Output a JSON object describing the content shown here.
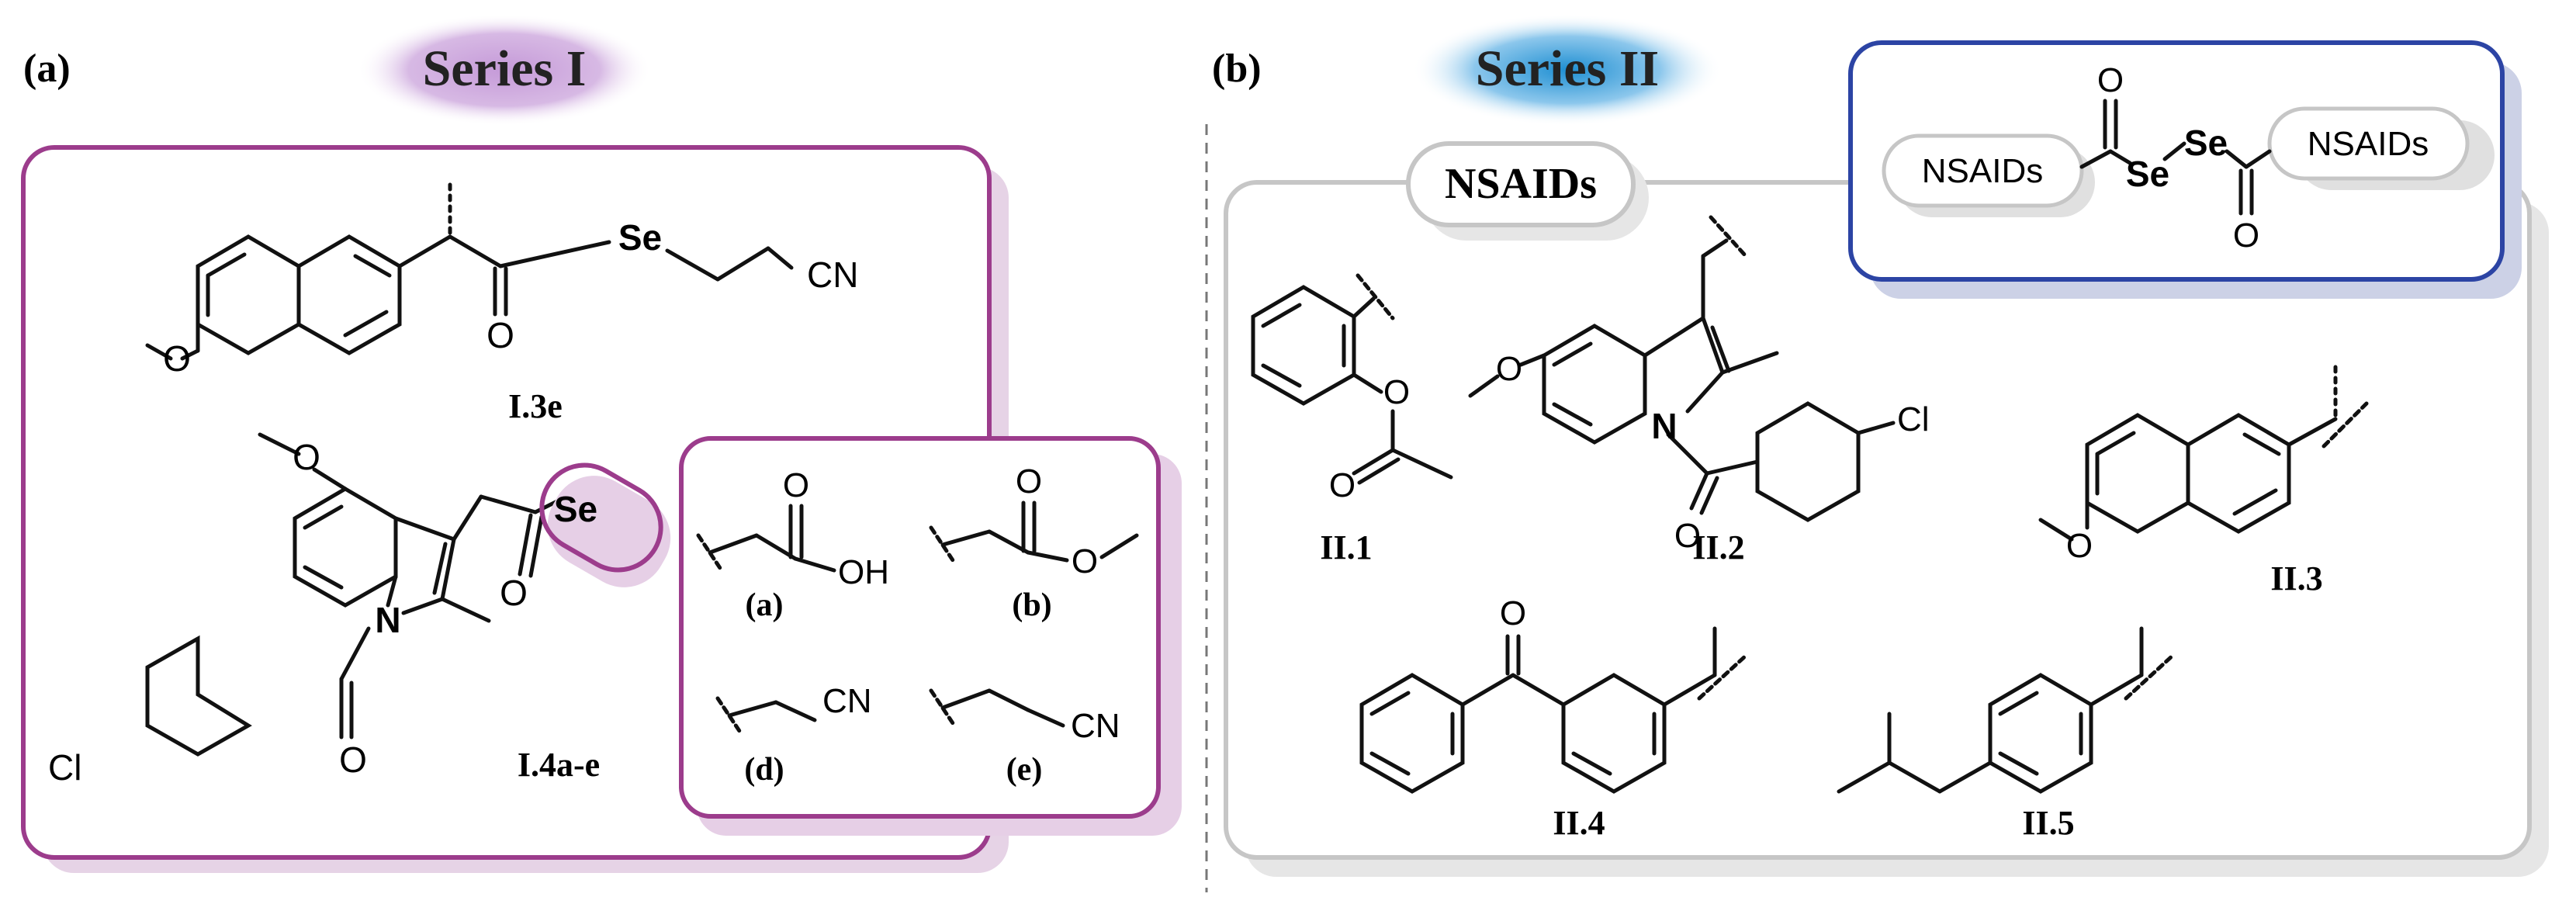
{
  "panel_a": {
    "tag": "(a)",
    "series_label": "Series I",
    "compounds": {
      "naproxen_ester": {
        "label": "I.3e",
        "se": "Se",
        "cn": "CN",
        "o": "O"
      },
      "indomethacin": {
        "label": "I.4a-e",
        "se": "Se",
        "cl": "Cl",
        "o": "O",
        "n": "N"
      }
    },
    "substituents": [
      {
        "id": "(a)",
        "text": "OH",
        "o": "O"
      },
      {
        "id": "(b)",
        "o": "O"
      },
      {
        "id": "(d)",
        "text": "CN"
      },
      {
        "id": "(e)",
        "text": "CN"
      }
    ]
  },
  "panel_b": {
    "tag": "(b)",
    "series_label": "Series II",
    "nsaids_tag": "NSAIDs",
    "diselenide": {
      "left_group": "NSAIDs",
      "right_group": "NSAIDs",
      "se1": "Se",
      "se2": "Se",
      "o": "O"
    },
    "compounds": [
      {
        "label": "II.1",
        "o": "O"
      },
      {
        "label": "II.2",
        "o": "O",
        "n": "N",
        "cl": "Cl"
      },
      {
        "label": "II.3",
        "o": "O"
      },
      {
        "label": "II.4",
        "o": "O"
      },
      {
        "label": "II.5"
      }
    ]
  },
  "colors": {
    "series1_accent": "#9c3c8c",
    "series1_badge": "#c9a4d8",
    "series2_badge": "#2f95d4",
    "diselenide_border": "#2c44a4",
    "nsaid_border": "#c6c6c6"
  }
}
